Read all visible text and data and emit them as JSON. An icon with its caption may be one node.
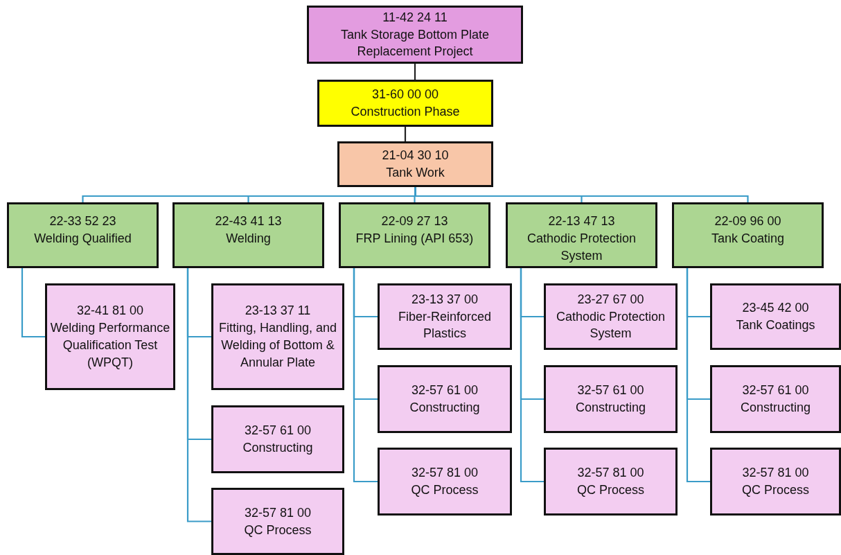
{
  "diagram": {
    "nodes": [
      {
        "text": [
          "11-42 24 11",
          "Tank Storage Bottom Plate Replacement Project"
        ]
      },
      {
        "text": [
          "31-60 00 00",
          "Construction Phase"
        ]
      },
      {
        "text": [
          "21-04 30 10",
          "Tank Work"
        ]
      },
      {
        "text": [
          "22-33 52 23",
          "Welding Qualified"
        ]
      },
      {
        "text": [
          "22-43 41 13",
          "Welding"
        ]
      },
      {
        "text": [
          "22-09 27 13",
          "FRP Lining (API 653)"
        ]
      },
      {
        "text": [
          "22-13 47 13",
          "Cathodic Protection System"
        ]
      },
      {
        "text": [
          "22-09 96 00",
          "Tank Coating"
        ]
      },
      {
        "text": [
          "32-41 81 00",
          "Welding Performance Qualification Test (WPQT)"
        ]
      },
      {
        "text": [
          "23-13 37 11",
          "Fitting, Handling, and Welding of Bottom & Annular Plate"
        ]
      },
      {
        "text": [
          "32-57 61 00",
          "Constructing"
        ]
      },
      {
        "text": [
          "32-57 81 00",
          "QC Process"
        ]
      },
      {
        "text": [
          "23-13 37 00",
          "Fiber-Reinforced Plastics"
        ]
      },
      {
        "text": [
          "32-57 61 00",
          "Constructing"
        ]
      },
      {
        "text": [
          "32-57 81 00",
          "QC Process"
        ]
      },
      {
        "text": [
          "23-27 67 00",
          "Cathodic Protection System"
        ]
      },
      {
        "text": [
          "32-57 61 00",
          "Constructing"
        ]
      },
      {
        "text": [
          "32-57 81 00",
          "QC Process"
        ]
      },
      {
        "text": [
          "23-45 42 00",
          "Tank Coatings"
        ]
      },
      {
        "text": [
          "32-57 61 00",
          "Constructing"
        ]
      },
      {
        "text": [
          "32-57 81 00",
          "QC Process"
        ]
      }
    ],
    "edges": [
      {
        "from": 0,
        "to": 1,
        "arrow": "none",
        "color": "#222222"
      },
      {
        "from": 1,
        "to": 2,
        "arrow": "none",
        "color": "#222222"
      },
      {
        "from": 2,
        "to": 3,
        "arrow": "none"
      },
      {
        "from": 2,
        "to": 4,
        "arrow": "none"
      },
      {
        "from": 2,
        "to": 5,
        "arrow": "none"
      },
      {
        "from": 2,
        "to": 6,
        "arrow": "none"
      },
      {
        "from": 2,
        "to": 7,
        "arrow": "none"
      },
      {
        "from": 3,
        "to": 8,
        "arrow": "none"
      },
      {
        "from": 4,
        "to": 9,
        "arrow": "none"
      },
      {
        "from": 4,
        "to": 10,
        "arrow": "none"
      },
      {
        "from": 4,
        "to": 11,
        "arrow": "none"
      },
      {
        "from": 5,
        "to": 12,
        "arrow": "none"
      },
      {
        "from": 5,
        "to": 13,
        "arrow": "none"
      },
      {
        "from": 5,
        "to": 14,
        "arrow": "none"
      },
      {
        "from": 6,
        "to": 15,
        "arrow": "none"
      },
      {
        "from": 6,
        "to": 16,
        "arrow": "none"
      },
      {
        "from": 6,
        "to": 17,
        "arrow": "none"
      },
      {
        "from": 7,
        "to": 18,
        "arrow": "none"
      },
      {
        "from": 7,
        "to": 19,
        "arrow": "none"
      },
      {
        "from": 7,
        "to": 20,
        "arrow": "none"
      }
    ]
  }
}
